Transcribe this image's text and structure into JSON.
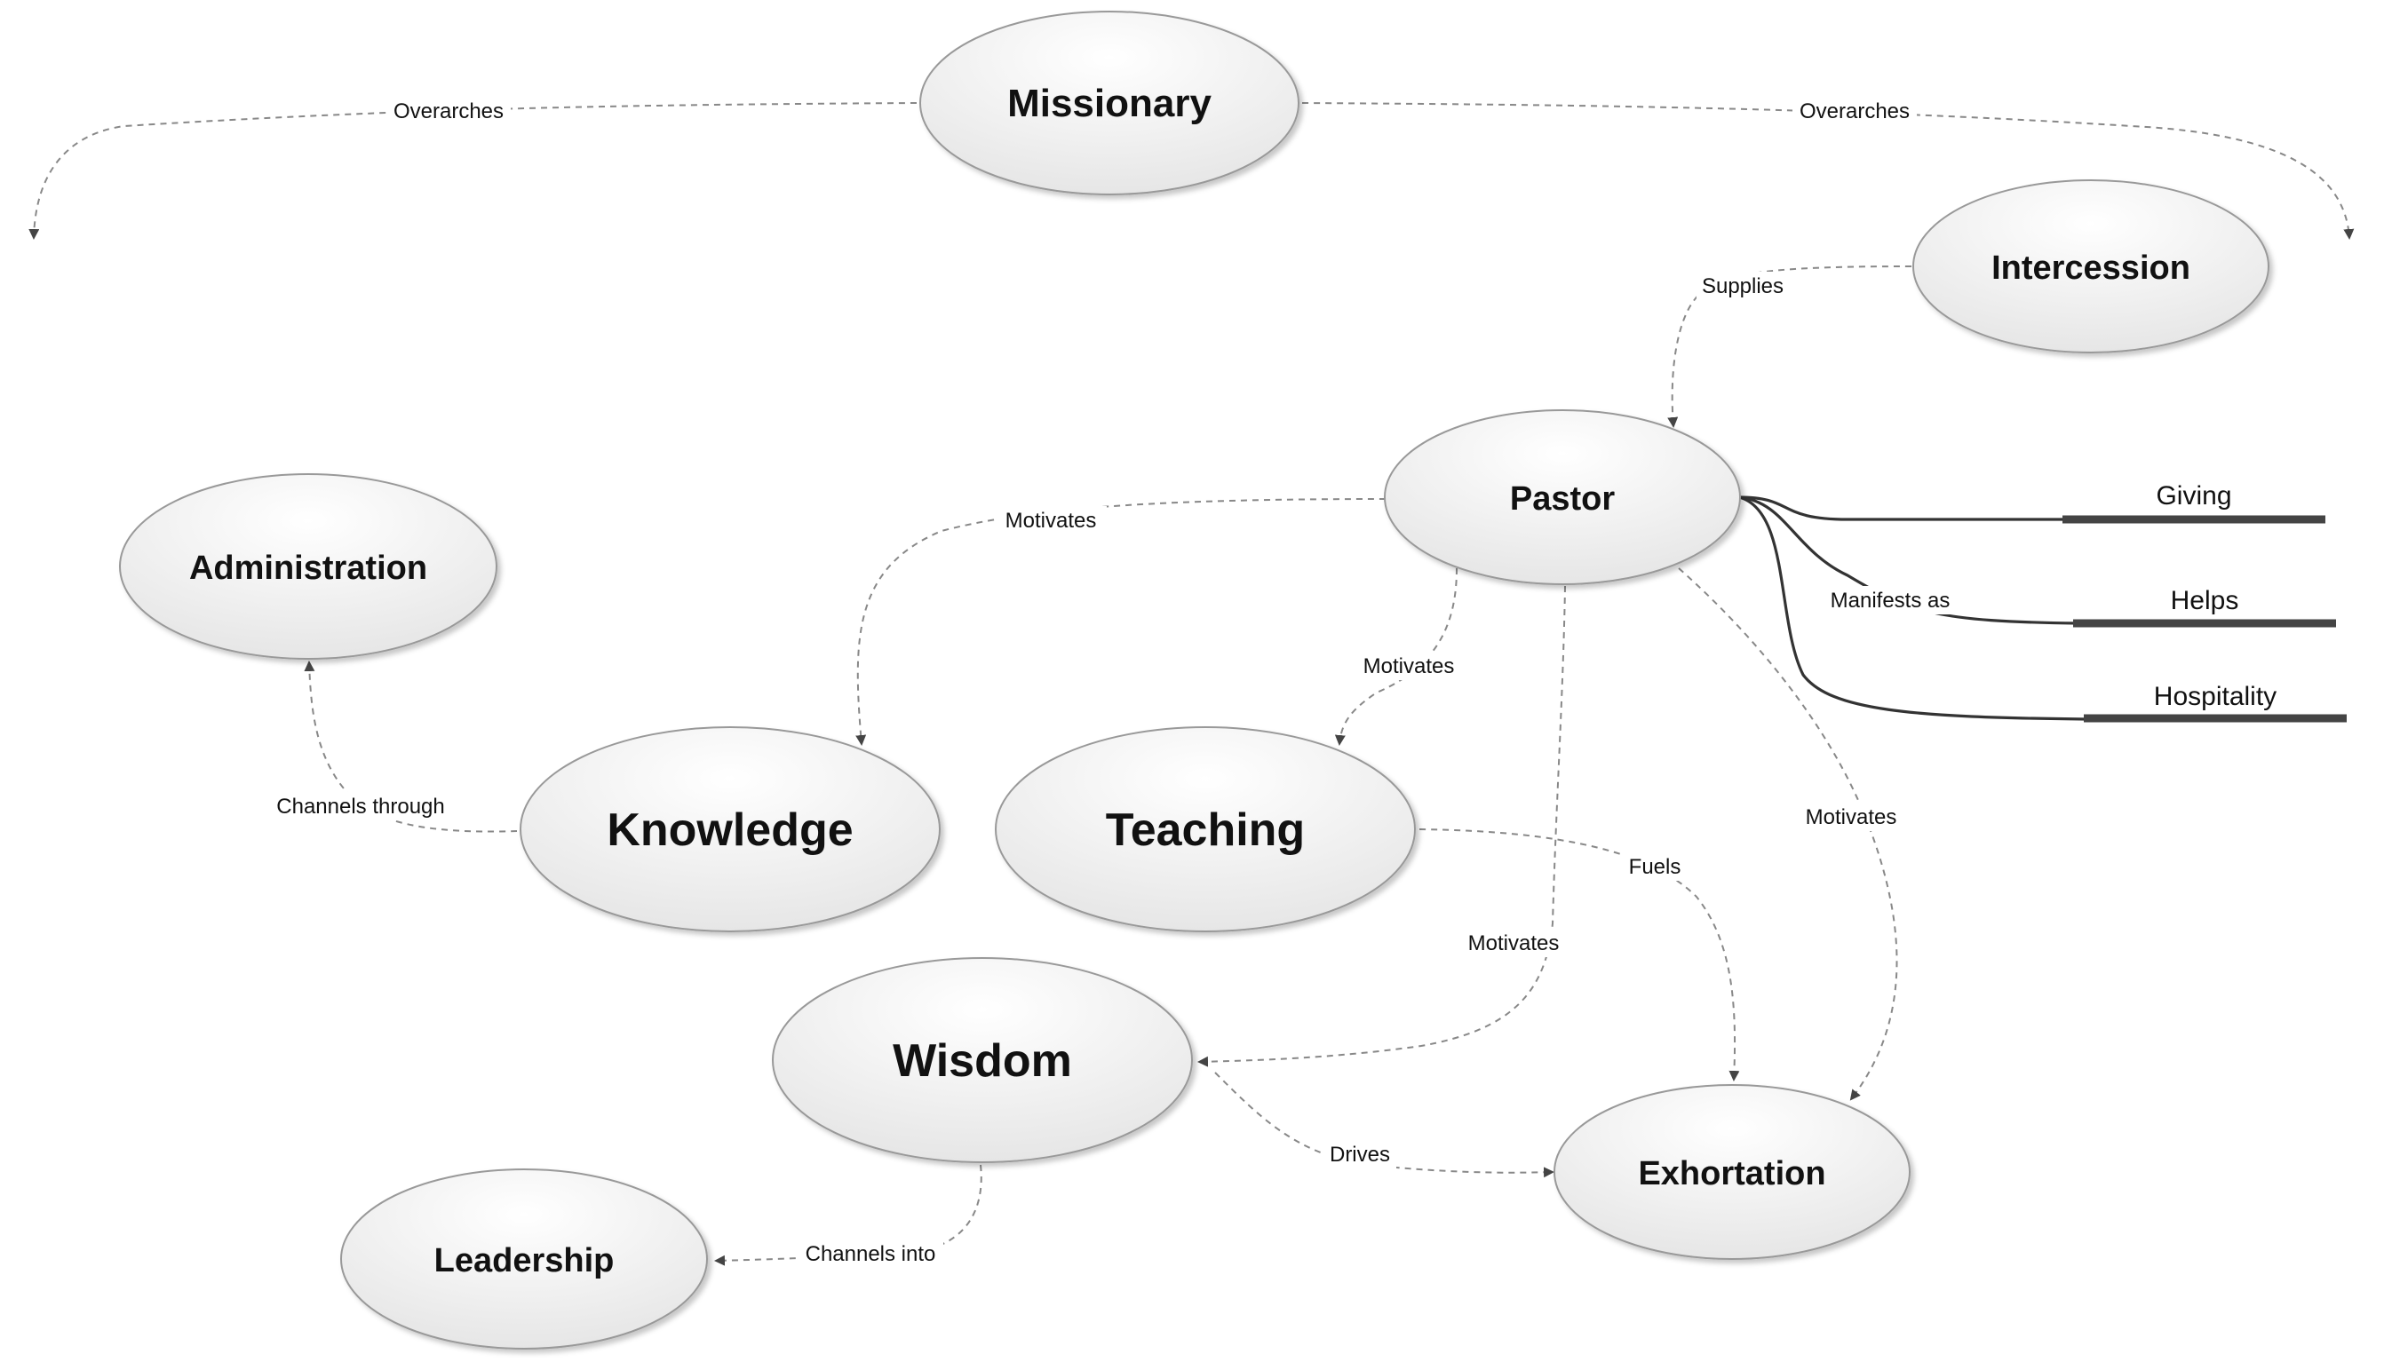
{
  "nodes": {
    "missionary": "Missionary",
    "intercession": "Intercession",
    "pastor": "Pastor",
    "administration": "Administration",
    "knowledge": "Knowledge",
    "teaching": "Teaching",
    "wisdom": "Wisdom",
    "exhortation": "Exhortation",
    "leadership": "Leadership"
  },
  "leaves": {
    "giving": "Giving",
    "helps": "Helps",
    "hospitality": "Hospitality"
  },
  "edges": {
    "overarches_left": "Overarches",
    "overarches_right": "Overarches",
    "supplies": "Supplies",
    "motivates_knowledge": "Motivates",
    "motivates_teaching": "Motivates",
    "motivates_wisdom": "Motivates",
    "motivates_exhortation": "Motivates",
    "manifests_as": "Manifests as",
    "channels_through": "Channels through",
    "fuels": "Fuels",
    "drives": "Drives",
    "channels_into": "Channels into"
  }
}
